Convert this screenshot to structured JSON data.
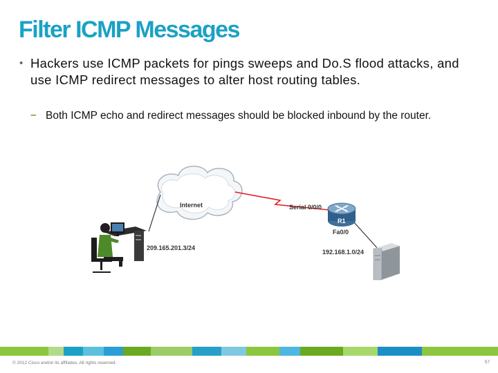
{
  "slide": {
    "title": "Filter ICMP Messages",
    "bullet": "Hackers use ICMP packets for pings sweeps and Do.S flood attacks, and use ICMP redirect messages to alter host routing tables.",
    "sub_bullet": "Both ICMP echo and redirect messages should be blocked inbound by the router."
  },
  "diagram": {
    "cloud_label": "Internet",
    "router_label": "R1",
    "serial_label": "Serial 0/0/0",
    "fa_label": "Fa0/0",
    "host_ip_label": "209.165.201.3/24",
    "lan_label": "192.168.1.0/24"
  },
  "footer": {
    "copyright": "© 2012 Cisco and/or its affiliates. All rights reserved.",
    "page_number": "57",
    "stripe_colors": [
      "#8cc63f",
      "#b5d98a",
      "#1ba1c5",
      "#5bc0de",
      "#2a9fd6",
      "#6ba91f",
      "#9ccc65",
      "#26a0c8",
      "#7fc8e0",
      "#8cc63f",
      "#4db6e2",
      "#6ba91f",
      "#a6d96a",
      "#1b8fc5",
      "#8cc63f"
    ]
  }
}
